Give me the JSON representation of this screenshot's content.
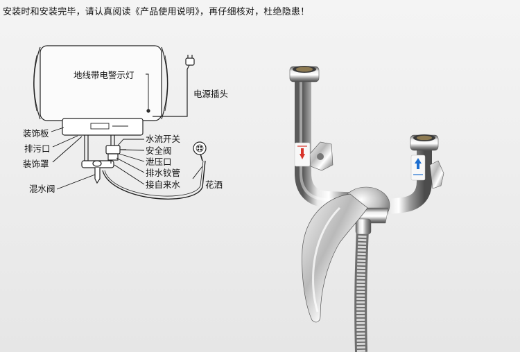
{
  "notice": "安装时和安装完毕，请认真阅读《产品使用说明》，再仔细核对，杜绝隐患！",
  "labels": {
    "indicator_light": "地线带电警示灯",
    "power_plug": "电源插头",
    "decor_panel": "装饰板",
    "drain_outlet": "排污口",
    "decor_cover": "装饰罩",
    "water_switch": "水流开关",
    "safety_valve": "安全阀",
    "relief_outlet": "泄压口",
    "drain_hose": "排水铰管",
    "tap_water_in": "接自来水",
    "shower_head": "花洒",
    "mixing_valve": "混水阀"
  },
  "icons": [
    "power-plug-icon",
    "shower-head-icon",
    "hot-water-icon",
    "cold-water-icon"
  ],
  "colors": {
    "hot_marker": "#d8342a",
    "cold_marker": "#1e6fd0",
    "chrome": "#c8c8c8"
  }
}
